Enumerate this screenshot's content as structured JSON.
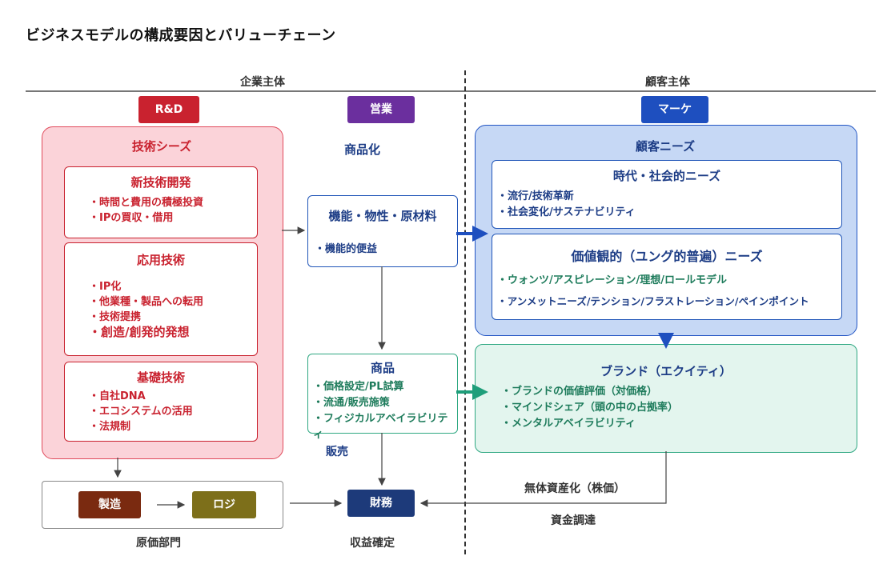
{
  "title": "ビジネスモデルの構成要因とバリューチェーン",
  "headers": {
    "left": "企業主体",
    "right": "顧客主体"
  },
  "tags": {
    "rd": "R&D",
    "sales": "営業",
    "marketing": "マーケ",
    "finance": "財務",
    "manufacturing": "製造",
    "logistics": "ロジ"
  },
  "rd_panel": {
    "heading": "技術シーズ",
    "boxes": [
      {
        "title": "新技術開発",
        "items": [
          "・時間と費用の積極投資",
          "・IPの買収・借用"
        ]
      },
      {
        "title": "応用技術",
        "items": [
          "・IP化",
          "・他業種・製品への転用",
          "・技術提携",
          "・創造/創発的発想"
        ]
      },
      {
        "title": "基礎技術",
        "items": [
          "・自社DNA",
          "・エコシステムの活用",
          "・法規制"
        ]
      }
    ]
  },
  "sales_col": {
    "heading": "商品化",
    "function_box": {
      "title": "機能・物性・原材料",
      "items": [
        "・機能的便益"
      ]
    },
    "product_box": {
      "title": "商品",
      "items": [
        "・価格設定/PL試算",
        "・流通/販売施策",
        "・フィジカルアベイラビリティ"
      ]
    },
    "sales_label": "販売"
  },
  "customer_panel": {
    "heading": "顧客ニーズ",
    "boxes": [
      {
        "title": "時代・社会的ニーズ",
        "items": [
          "・流行/技術革新",
          "・社会変化/サステナビリティ"
        ]
      },
      {
        "title": "価値観的（ユング的普遍）ニーズ",
        "items_green": [
          "・ウォンツ/アスピレーション/理想/ロールモデル"
        ],
        "items": [
          "・アンメットニーズ/テンション/フラストレーション/ペインポイント"
        ]
      }
    ]
  },
  "brand_panel": {
    "heading": "ブランド（エクイティ）",
    "items": [
      "・ブランドの価値評価（対価格）",
      "・マインドシェア（頭の中の占拠率）",
      "・メンタルアベイラビリティ"
    ]
  },
  "labels": {
    "cost_dept": "原価部門",
    "revenue": "収益確定",
    "intangible": "無体資産化（株価）",
    "funding": "資金調達"
  },
  "colors": {
    "red": "#c9222f",
    "purple": "#6b2f9e",
    "blue": "#1e4fbf",
    "navy": "#1d3a7a",
    "brown": "#7a2a10",
    "olive": "#7d6f1a",
    "green": "#2fa882"
  }
}
